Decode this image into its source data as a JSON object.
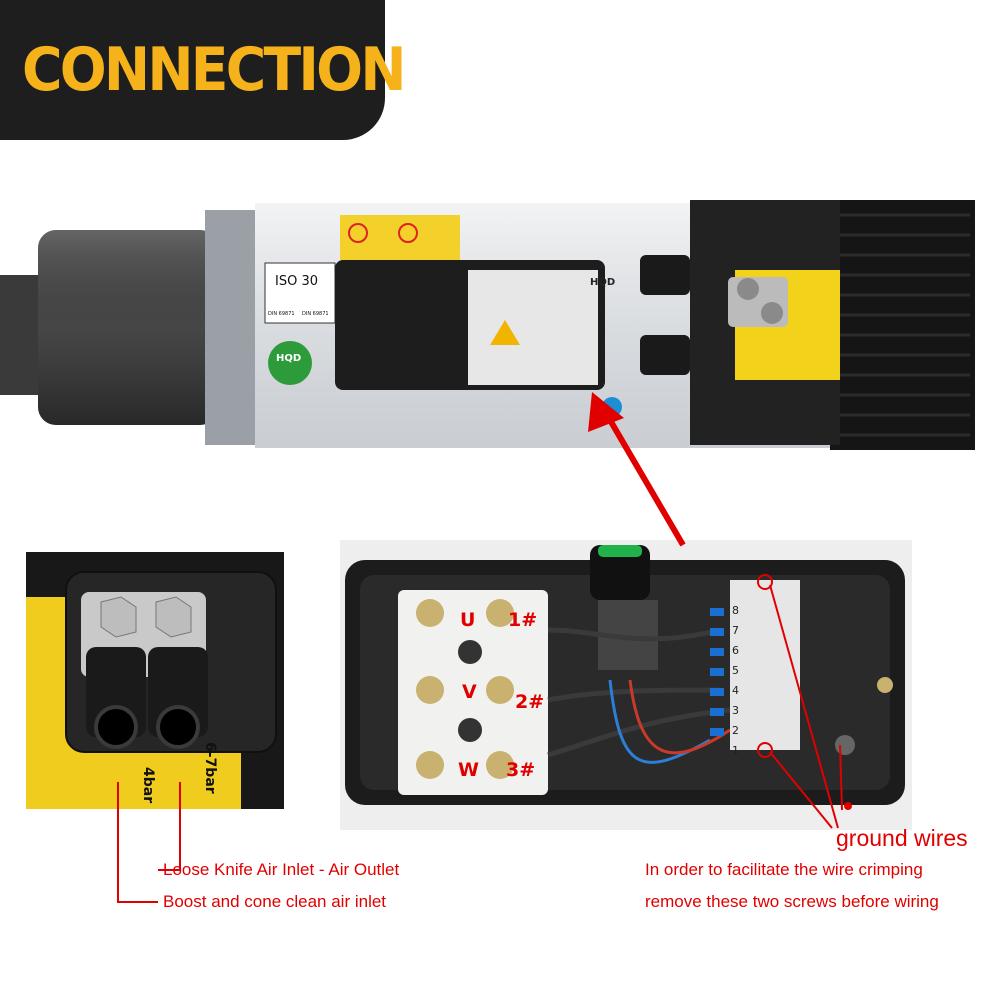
{
  "header": {
    "title": "CONNECTION"
  },
  "spindle": {
    "tool_holder": "ISO 30",
    "din_left": "DIN 69871",
    "din_right": "DIN 69871",
    "brand_badge": "HQD",
    "brand": "HQD",
    "icons": [
      "no-hand-icon",
      "warning-triangle-icon",
      "ce-mark-icon",
      "connector-glands"
    ]
  },
  "inlet": {
    "pressure_left": "4bar",
    "pressure_right": "6-7bar"
  },
  "terminal": {
    "phase_u": "U",
    "phase_v": "V",
    "phase_w": "W",
    "terminal_1": "1#",
    "terminal_2": "2#",
    "terminal_3": "3#",
    "strip_numbers": [
      "8",
      "7",
      "6",
      "5",
      "4",
      "3",
      "2",
      "1"
    ]
  },
  "annotations": {
    "loose_knife": "Loose Knife Air Inlet - Air Outlet",
    "boost": "Boost and cone clean air inlet",
    "ground_wires": "ground wires",
    "crimp_line1": "In order to facilitate the wire crimping",
    "crimp_line2": "remove these two screws before wiring"
  },
  "colors": {
    "accent": "#f6b21a",
    "banner": "#1e1e1e",
    "annotation": "#e10000"
  }
}
